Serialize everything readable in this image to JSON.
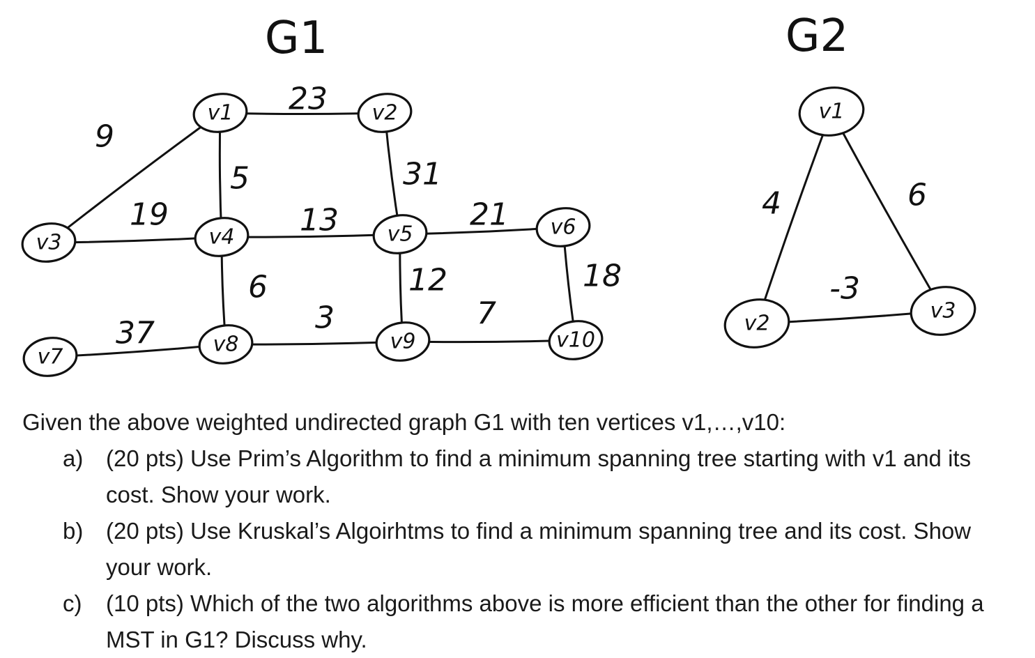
{
  "graphs": [
    {
      "title": "G1",
      "vertices": [
        {
          "id": "v1",
          "label": "v1"
        },
        {
          "id": "v2",
          "label": "v2"
        },
        {
          "id": "v3",
          "label": "v3"
        },
        {
          "id": "v4",
          "label": "v4"
        },
        {
          "id": "v5",
          "label": "v5"
        },
        {
          "id": "v6",
          "label": "v6"
        },
        {
          "id": "v7",
          "label": "v7"
        },
        {
          "id": "v8",
          "label": "v8"
        },
        {
          "id": "v9",
          "label": "v9"
        },
        {
          "id": "v10",
          "label": "v10"
        }
      ],
      "edges": [
        {
          "from": "v1",
          "to": "v2",
          "weight": "23"
        },
        {
          "from": "v1",
          "to": "v3",
          "weight": "9"
        },
        {
          "from": "v1",
          "to": "v4",
          "weight": "5"
        },
        {
          "from": "v2",
          "to": "v5",
          "weight": "31"
        },
        {
          "from": "v3",
          "to": "v4",
          "weight": "19"
        },
        {
          "from": "v4",
          "to": "v5",
          "weight": "13"
        },
        {
          "from": "v5",
          "to": "v6",
          "weight": "21"
        },
        {
          "from": "v4",
          "to": "v8",
          "weight": "6"
        },
        {
          "from": "v5",
          "to": "v9",
          "weight": "12"
        },
        {
          "from": "v6",
          "to": "v10",
          "weight": "18"
        },
        {
          "from": "v7",
          "to": "v8",
          "weight": "37"
        },
        {
          "from": "v8",
          "to": "v9",
          "weight": "3"
        },
        {
          "from": "v9",
          "to": "v10",
          "weight": "7"
        }
      ]
    },
    {
      "title": "G2",
      "vertices": [
        {
          "id": "v1",
          "label": "v1"
        },
        {
          "id": "v2",
          "label": "v2"
        },
        {
          "id": "v3",
          "label": "v3"
        }
      ],
      "edges": [
        {
          "from": "v1",
          "to": "v2",
          "weight": "4"
        },
        {
          "from": "v1",
          "to": "v3",
          "weight": "6"
        },
        {
          "from": "v2",
          "to": "v3",
          "weight": "-3"
        }
      ]
    }
  ],
  "question": {
    "intro": "Given the above weighted undirected graph G1 with ten vertices v1,…,v10:",
    "parts": [
      {
        "marker": "a)",
        "text": "(20 pts) Use Prim’s Algorithm to find a minimum spanning tree starting with v1 and its cost. Show your work."
      },
      {
        "marker": "b)",
        "text": "(20 pts) Use Kruskal’s Algoirhtms to find a minimum spanning tree and its cost. Show your work."
      },
      {
        "marker": "c)",
        "text": "(10 pts) Which of the two algorithms above is more efficient than the other for finding a MST in G1? Discuss why."
      }
    ]
  }
}
